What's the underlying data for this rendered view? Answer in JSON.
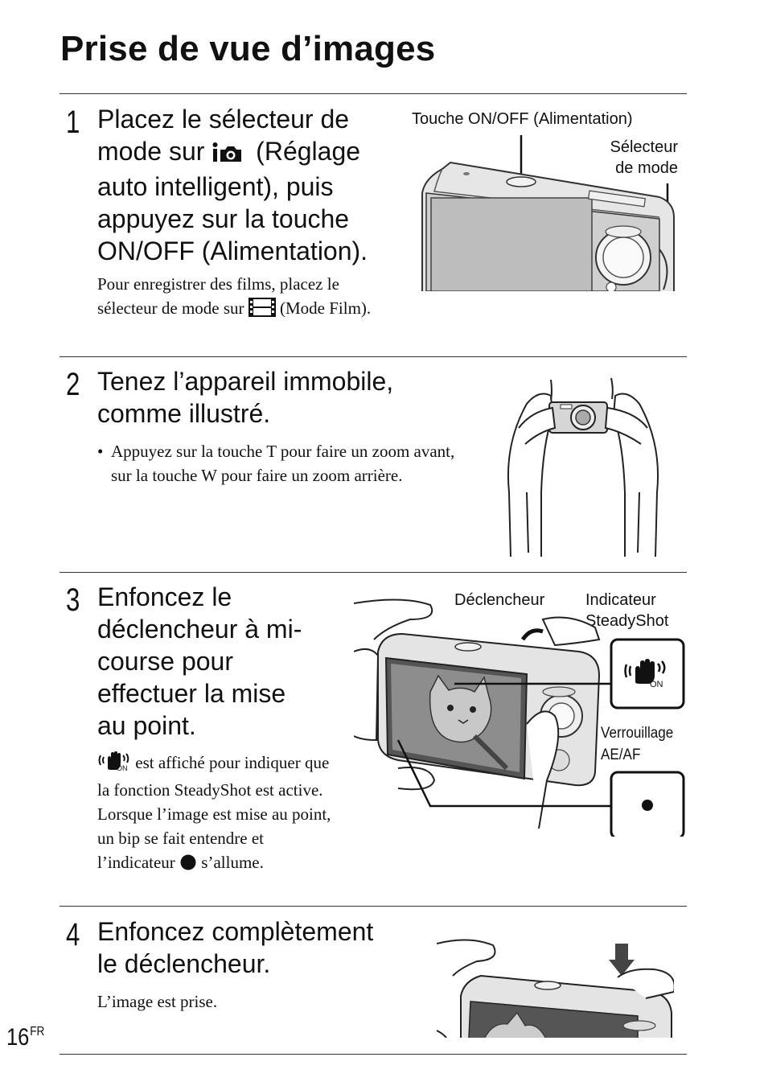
{
  "page": {
    "title": "Prise de vue d’images",
    "number": "16",
    "lang_suffix": "FR"
  },
  "steps": [
    {
      "number": "1",
      "heading_part1": "Placez le sélecteur de",
      "heading_part2_before_icon": "mode sur ",
      "heading_part2_after_icon": " (Réglage",
      "heading_part3": "auto intelligent), puis",
      "heading_part4": "appuyez sur la touche",
      "heading_part5": "ON/OFF (Alimentation).",
      "body_before_icon": "Pour enregistrer des films, placez le sélecteur de mode sur ",
      "body_after_icon": " (Mode Film).",
      "labels": {
        "power_button": "Touche ON/OFF (Alimentation)",
        "mode_selector_line1": "Sélecteur",
        "mode_selector_line2": "de mode"
      }
    },
    {
      "number": "2",
      "heading_line1": "Tenez l’appareil immobile,",
      "heading_line2": "comme illustré.",
      "bullet_marker": "•",
      "bullet": "Appuyez sur la touche T pour faire un zoom avant, sur la touche W pour faire un zoom arrière."
    },
    {
      "number": "3",
      "heading_line1": "Enfoncez le",
      "heading_line2": "déclencheur à mi-",
      "heading_line3": "course pour",
      "heading_line4": "effectuer la mise",
      "heading_line5": "au point.",
      "body_part1": " est affiché pour indiquer que la fonction SteadyShot est active. Lorsque l’image est mise au point, un bip se fait entendre et l’indicateur ",
      "body_part2": " s’allume.",
      "labels": {
        "shutter": "Déclencheur",
        "steadyshot_line1": "Indicateur",
        "steadyshot_line2": "SteadyShot",
        "aeaf_line1": "Verrouillage",
        "aeaf_line2": "AE/AF",
        "on_badge": "ON"
      }
    },
    {
      "number": "4",
      "heading_line1": "Enfoncez complètement",
      "heading_line2": "le déclencheur.",
      "body": "L’image est prise."
    }
  ],
  "icons": {
    "intelligent_auto": "intelligent-auto-icon",
    "movie_mode": "movie-mode-icon",
    "steadyshot": "steadyshot-hand-icon",
    "ae_af_lock": "filled-circle-icon"
  }
}
